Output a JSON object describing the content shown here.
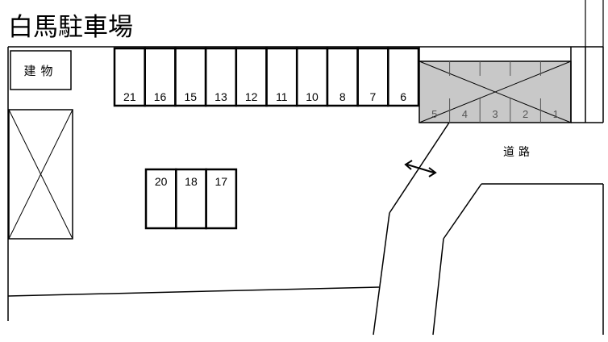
{
  "title": "白馬駐車場",
  "building": {
    "label": "建物"
  },
  "road": {
    "label": "道路"
  },
  "top_row_stalls": [
    "21",
    "16",
    "15",
    "13",
    "12",
    "11",
    "10",
    "8",
    "7",
    "6"
  ],
  "lower_stalls": [
    "20",
    "18",
    "17"
  ],
  "crossed_stalls": [
    "5",
    "4",
    "3",
    "2",
    "1"
  ],
  "colors": {
    "line": "#000000",
    "crossed_fill": "#c8c8c8",
    "crossed_text": "#555555"
  }
}
